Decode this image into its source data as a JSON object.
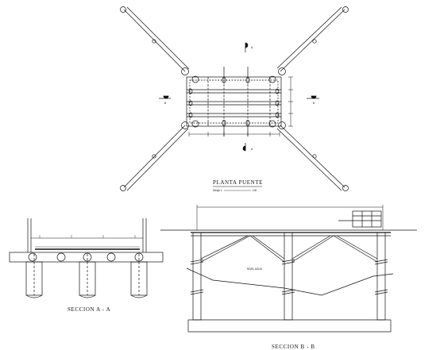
{
  "planta": {
    "title": "PLANTA PUENTE",
    "scale_label": "Dibujo 1",
    "scale_value": "100",
    "section_a_marker": "A",
    "section_b_marker": "B"
  },
  "seccion_aa": {
    "title": "SECCION A - A"
  },
  "seccion_bb": {
    "title": "SECCION B - B",
    "water_level_label": "NIVEL AGUA"
  }
}
